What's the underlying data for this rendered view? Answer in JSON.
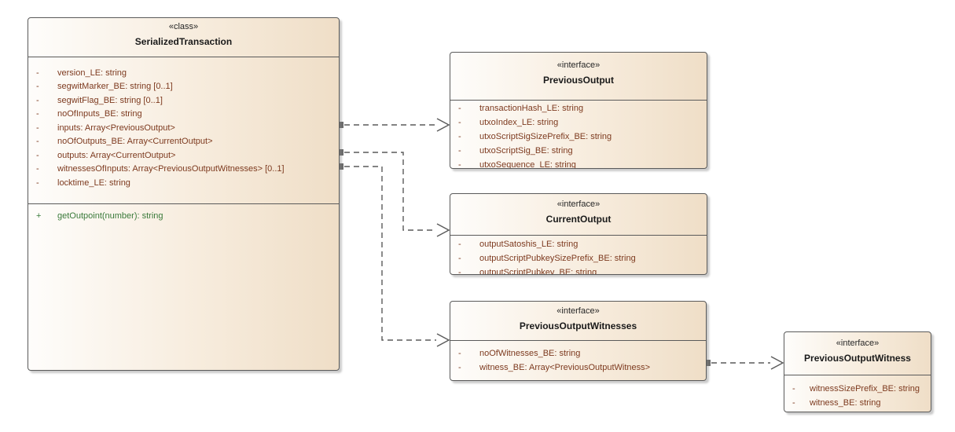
{
  "diagram": {
    "colors": {
      "box_border": "#5a5a5a",
      "box_fill_left": "#fefdfb",
      "box_fill_right": "#efdec7",
      "attribute_text": "#7d3a1f",
      "operation_text": "#3a7a3a",
      "title_text": "#1a1a1a",
      "connector": "#5a5a5a"
    }
  },
  "boxes": {
    "serializedTransaction": {
      "stereotype": "«class»",
      "name": "SerializedTransaction",
      "attributes": [
        {
          "vis": "-",
          "text": "version_LE: string"
        },
        {
          "vis": "-",
          "text": "segwitMarker_BE: string [0..1]"
        },
        {
          "vis": "-",
          "text": "segwitFlag_BE: string [0..1]"
        },
        {
          "vis": "-",
          "text": "noOfInputs_BE: string"
        },
        {
          "vis": "-",
          "text": "inputs: Array<PreviousOutput>"
        },
        {
          "vis": "-",
          "text": "noOfOutputs_BE: Array<CurrentOutput>"
        },
        {
          "vis": "-",
          "text": "outputs: Array<CurrentOutput>"
        },
        {
          "vis": "-",
          "text": "witnessesOfInputs: Array<PreviousOutputWitnesses> [0..1]"
        },
        {
          "vis": "-",
          "text": "locktime_LE: string"
        }
      ],
      "operations": [
        {
          "vis": "+",
          "text": "getOutpoint(number): string"
        }
      ]
    },
    "previousOutput": {
      "stereotype": "«interface»",
      "name": "PreviousOutput",
      "attributes": [
        {
          "vis": "-",
          "text": "transactionHash_LE: string"
        },
        {
          "vis": "-",
          "text": "utxoIndex_LE: string"
        },
        {
          "vis": "-",
          "text": "utxoScriptSigSizePrefix_BE: string"
        },
        {
          "vis": "-",
          "text": "utxoScriptSig_BE: string"
        },
        {
          "vis": "-",
          "text": "utxoSequence_LE: string"
        }
      ],
      "operations": []
    },
    "currentOutput": {
      "stereotype": "«interface»",
      "name": "CurrentOutput",
      "attributes": [
        {
          "vis": "-",
          "text": "outputSatoshis_LE: string"
        },
        {
          "vis": "-",
          "text": "outputScriptPubkeySizePrefix_BE: string"
        },
        {
          "vis": "-",
          "text": "outputScriptPubkey_BE: string"
        }
      ],
      "operations": []
    },
    "previousOutputWitnesses": {
      "stereotype": "«interface»",
      "name": "PreviousOutputWitnesses",
      "attributes": [
        {
          "vis": "-",
          "text": "noOfWitnesses_BE: string"
        },
        {
          "vis": "-",
          "text": "witness_BE: Array<PreviousOutputWitness>"
        }
      ],
      "operations": []
    },
    "previousOutputWitness": {
      "stereotype": "«interface»",
      "name": "PreviousOutputWitness",
      "attributes": [
        {
          "vis": "-",
          "text": "witnessSizePrefix_BE: string"
        },
        {
          "vis": "-",
          "text": "witness_BE: string"
        }
      ],
      "operations": []
    }
  },
  "connectors": [
    {
      "from": "SerializedTransaction.inputs",
      "to": "PreviousOutput",
      "style": "dashed-dependency"
    },
    {
      "from": "SerializedTransaction.outputs",
      "to": "CurrentOutput",
      "style": "dashed-dependency"
    },
    {
      "from": "SerializedTransaction.witnessesOfInputs",
      "to": "PreviousOutputWitnesses",
      "style": "dashed-dependency"
    },
    {
      "from": "PreviousOutputWitnesses.witness_BE",
      "to": "PreviousOutputWitness",
      "style": "dashed-dependency"
    }
  ]
}
